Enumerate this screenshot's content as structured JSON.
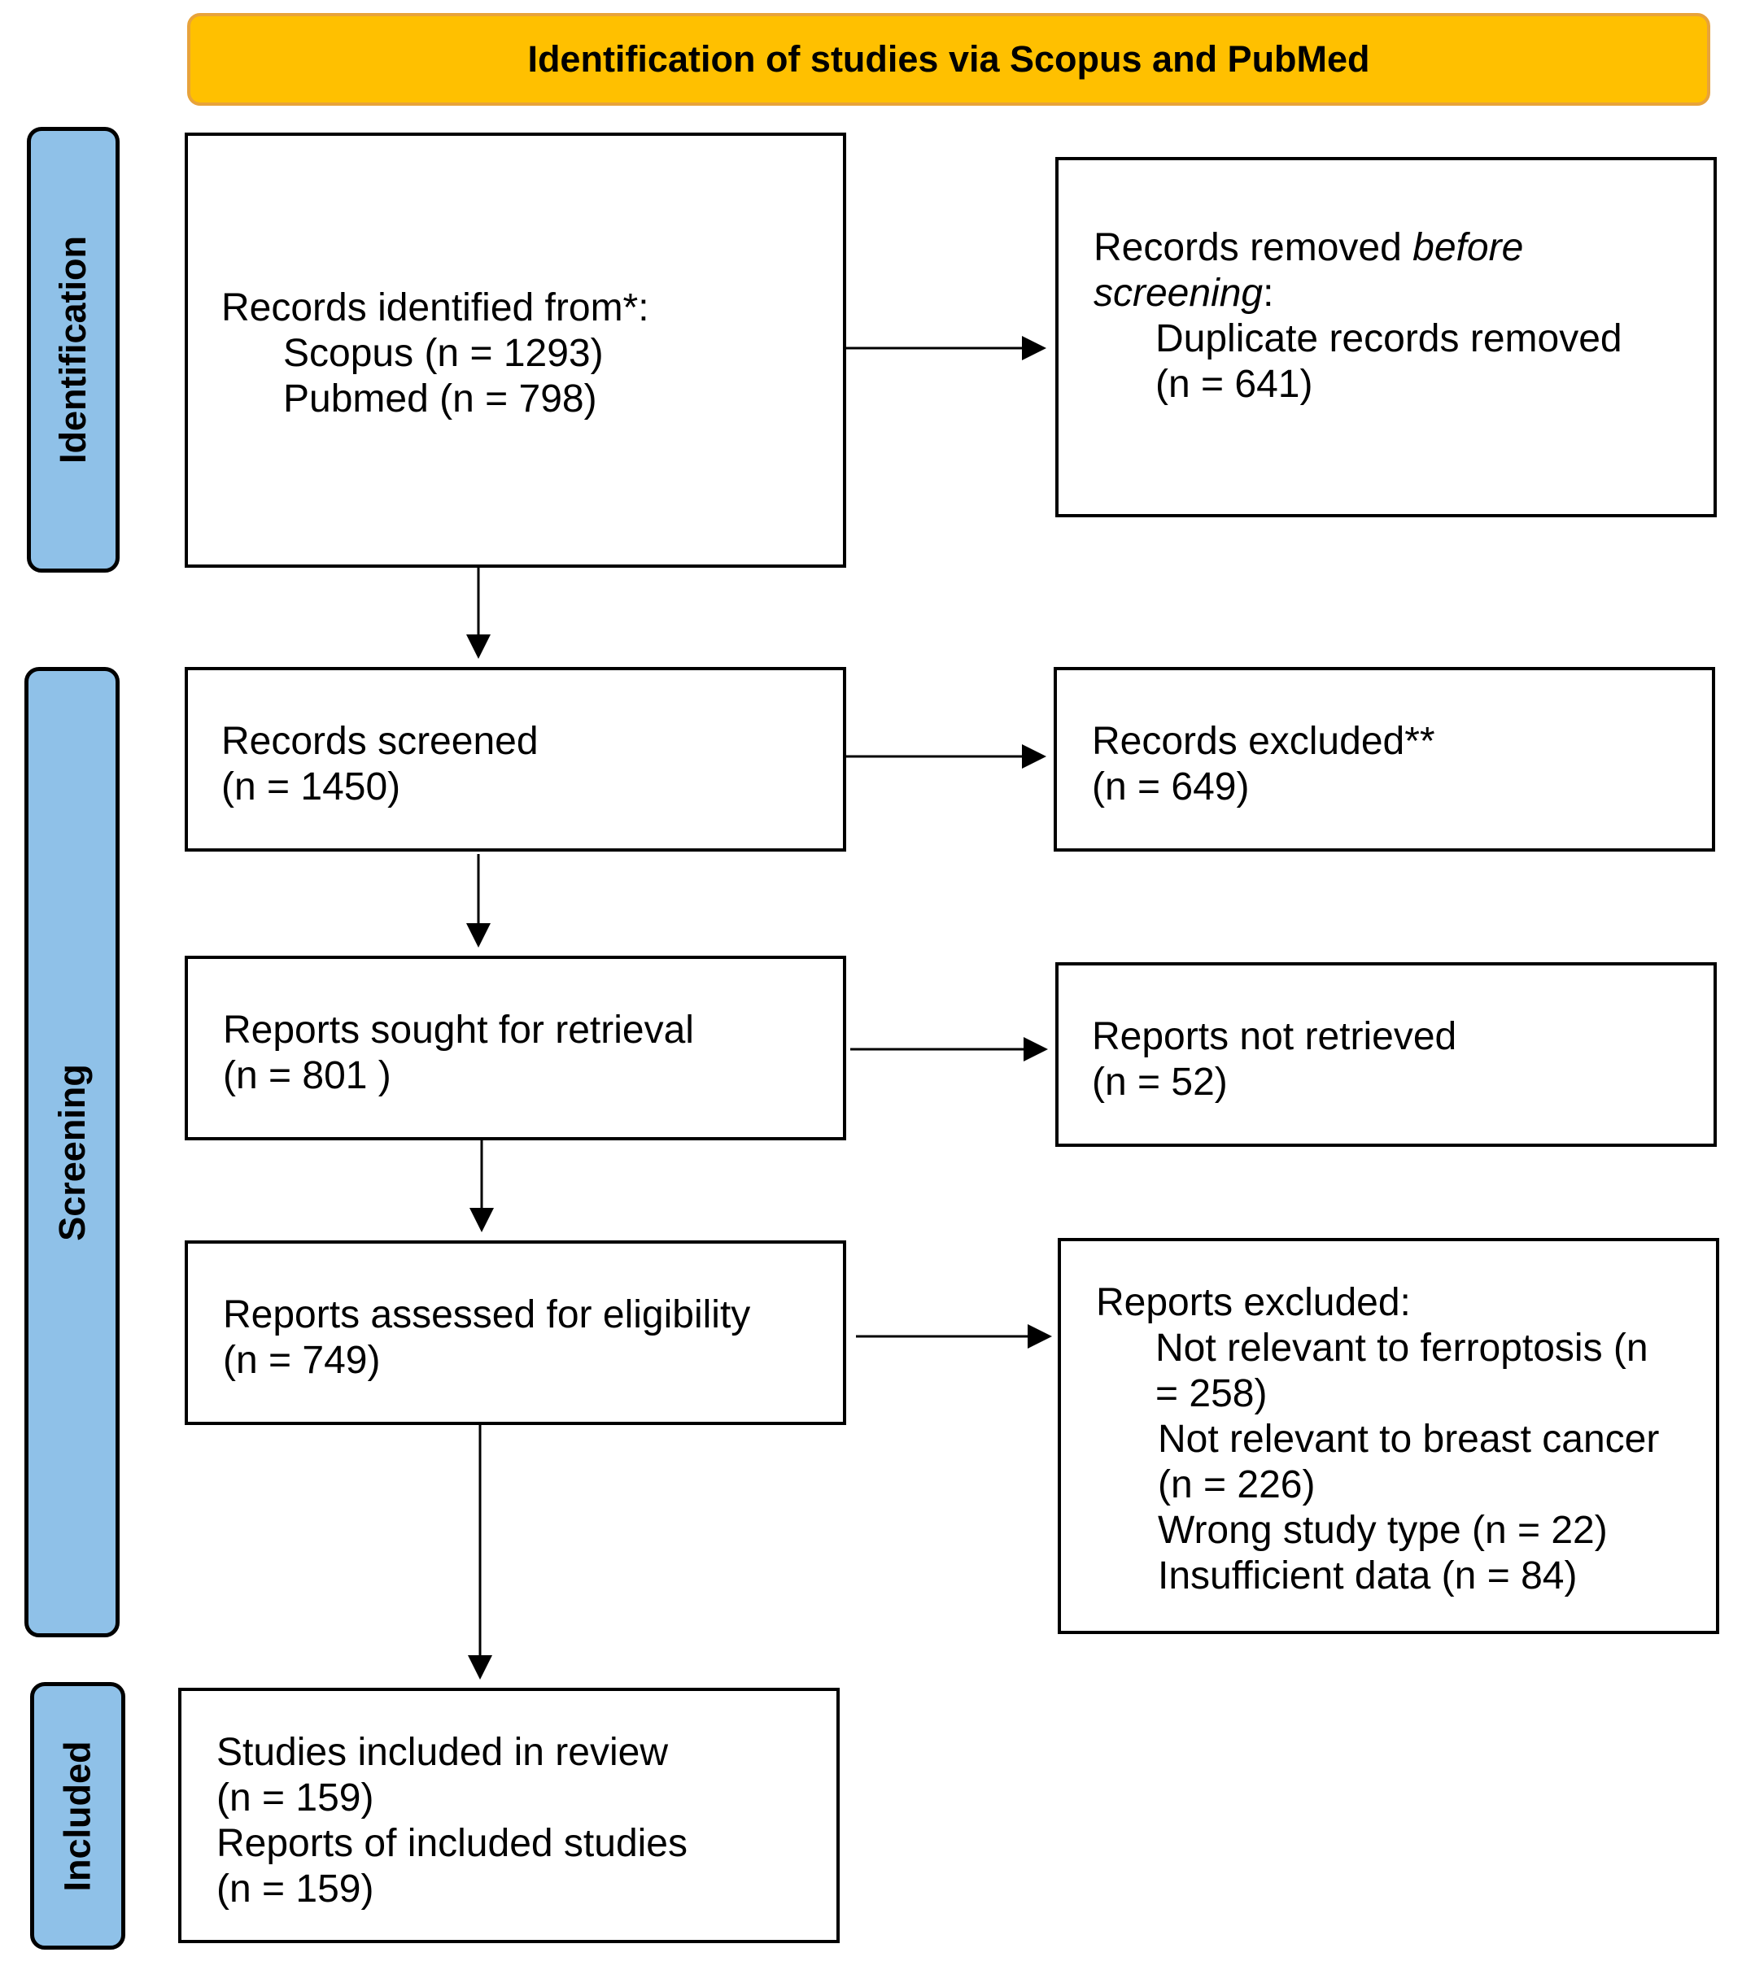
{
  "header": {
    "title": "Identification of studies via Scopus and PubMed"
  },
  "stages": {
    "identification": "Identification",
    "screening": "Screening",
    "included": "Included"
  },
  "boxes": {
    "identified": {
      "title": "Records identified from*:",
      "scopus": "Scopus (n = 1293)",
      "pubmed": "Pubmed (n = 798)"
    },
    "removed": {
      "title_prefix": "Records removed ",
      "title_italic": "before",
      "title_italic_2": "screening",
      "title_suffix": ":",
      "item": "Duplicate records removed",
      "count": "(n = 641)"
    },
    "screened": {
      "title": "Records screened",
      "count": "(n = 1450)"
    },
    "excluded": {
      "title": "Records excluded**",
      "count": "(n = 649)"
    },
    "sought": {
      "title": "Reports sought for retrieval",
      "count": "(n = 801 )"
    },
    "not_retrieved": {
      "title": "Reports not retrieved",
      "count": "(n = 52)"
    },
    "assessed": {
      "title": "Reports assessed for eligibility",
      "count": "(n = 749)"
    },
    "reports_excluded": {
      "title": "Reports excluded:",
      "lines": [
        "Not relevant to ferroptosis (n",
        "= 258)",
        "Not relevant to breast cancer",
        "(n = 226)",
        "Wrong study type (n = 22)",
        "Insufficient data (n = 84)"
      ]
    },
    "included": {
      "studies": "Studies included in review",
      "studies_count": "(n = 159)",
      "reports": "Reports of included studies",
      "reports_count": "(n = 159)"
    }
  },
  "colors": {
    "header_fill": "#FFC000",
    "header_border": "#E8A33A",
    "stage_fill": "#8FC1E8",
    "box_border": "#000000"
  }
}
